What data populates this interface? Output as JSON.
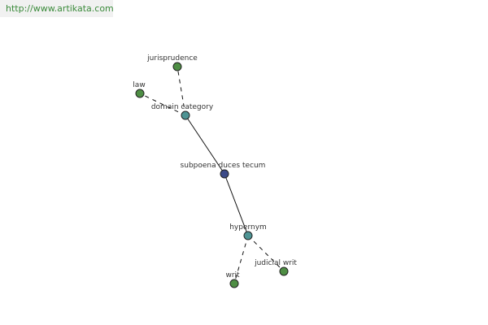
{
  "header": {
    "url": "http://www.artikata.com"
  },
  "graph": {
    "colors": {
      "center": "#3c4a88",
      "relation": "#4e9494",
      "leaf": "#4e8e44",
      "stroke": "#222222",
      "edge": "#111111"
    },
    "nodes": [
      {
        "id": "center",
        "label": "subpoena duces tecum",
        "kind": "center"
      },
      {
        "id": "domain",
        "label": "domain category",
        "kind": "relation"
      },
      {
        "id": "hypernym",
        "label": "hypernym",
        "kind": "relation"
      },
      {
        "id": "jurisprudence",
        "label": "jurisprudence",
        "kind": "leaf"
      },
      {
        "id": "law",
        "label": "law",
        "kind": "leaf"
      },
      {
        "id": "writ",
        "label": "writ",
        "kind": "leaf"
      },
      {
        "id": "judicialwrit",
        "label": "judicial writ",
        "kind": "leaf"
      }
    ],
    "edges": [
      {
        "from": "center",
        "to": "domain",
        "style": "solid"
      },
      {
        "from": "center",
        "to": "hypernym",
        "style": "solid"
      },
      {
        "from": "domain",
        "to": "jurisprudence",
        "style": "dashed"
      },
      {
        "from": "domain",
        "to": "law",
        "style": "dashed"
      },
      {
        "from": "hypernym",
        "to": "writ",
        "style": "dashed"
      },
      {
        "from": "hypernym",
        "to": "judicialwrit",
        "style": "dashed"
      }
    ]
  }
}
